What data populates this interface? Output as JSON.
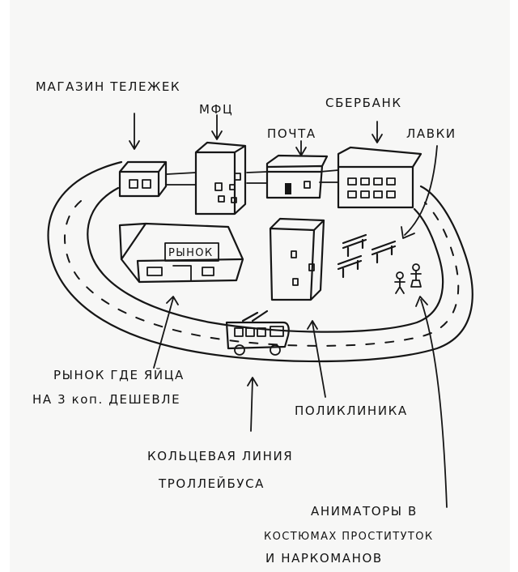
{
  "labels": {
    "cart_shop": "МАГАЗИН ТЕЛЕЖЕК",
    "mfc": "МФЦ",
    "post": "ПОЧТА",
    "sberbank": "СБЕРБАНК",
    "benches": "ЛАВКИ",
    "market_sign": "РЫНОК",
    "market_line1": "РЫНОК ГДЕ ЯЙЦА",
    "market_line2": "НА 3 коп. ДЕШЕВЛЕ",
    "clinic": "ПОЛИКЛИНИКА",
    "trolley_line1": "КОЛЬЦЕВАЯ ЛИНИЯ",
    "trolley_line2": "ТРОЛЛЕЙБУСА",
    "animators_line1": "АНИМАТОРЫ В",
    "animators_line2": "КОСТЮМАХ ПРОСТИТУТОК",
    "animators_line3": "И НАРКОМАНОВ"
  }
}
